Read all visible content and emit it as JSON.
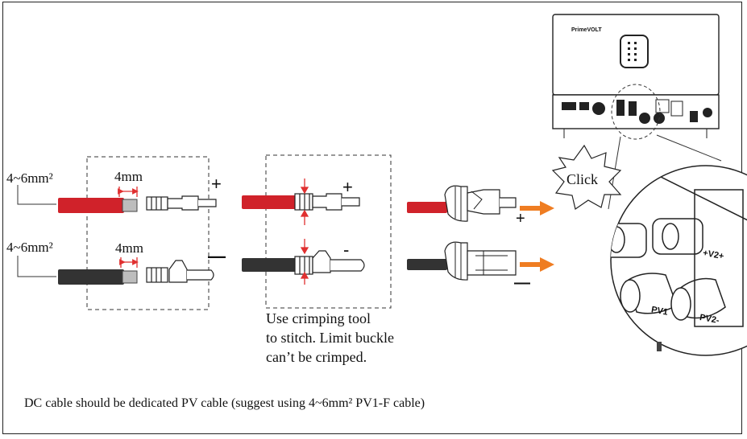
{
  "wire_spec_top": "4~6mm²",
  "wire_spec_bottom": "4~6mm²",
  "strip_top": "4mm",
  "strip_bottom": "4mm",
  "plus": "+",
  "minus": "—",
  "crimp_minus": "-",
  "crimp_note": "Use crimping tool\nto stitch. Limit buckle\ncan’t  be crimped.",
  "click_label": "Click",
  "inverter_brand": "PrimeVOLT",
  "port_labels": [
    "PV1",
    "PV2-",
    "+V2+"
  ],
  "footer_note": "DC cable should be dedicated PV cable (suggest using 4~6mm² PV1-F cable)",
  "colors": {
    "positive_cable": "#d0222a",
    "negative_cable": "#333333",
    "arrow": "#ef7d22",
    "measure": "#e03030"
  }
}
